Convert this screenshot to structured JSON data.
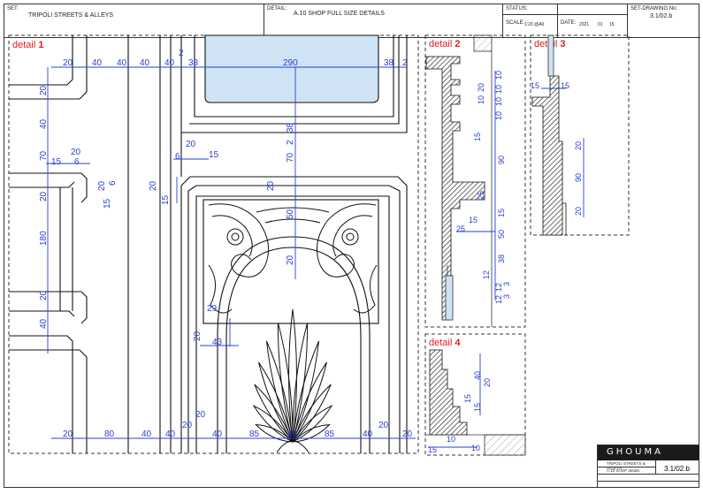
{
  "header": {
    "set_label": "SET:",
    "set_value": "TRIPOLI STREETS & ALLEYS",
    "detail_label": "DETAIL:",
    "detail_value": "A.10 SHOP FULL SIZE DETAILS",
    "status_label": "STATUS:",
    "scale_label": "SCALE:",
    "scale_value": "1:20 @A0",
    "date_label": "DATE:",
    "date_year": "2021",
    "date_month": "01",
    "date_day": "15",
    "drawing_no_label": "SET-DRAWING No:",
    "drawing_no_value": "3.1/02.b"
  },
  "details": {
    "d1": {
      "prefix": "detail ",
      "num": "1"
    },
    "d2": {
      "prefix": "detail ",
      "num": "2"
    },
    "d3": {
      "prefix": "detail ",
      "num": "3"
    },
    "d4": {
      "prefix": "detail ",
      "num": "4"
    }
  },
  "dims": {
    "top": [
      "20",
      "40",
      "40",
      "40",
      "40",
      "38",
      "290",
      "38",
      "2"
    ],
    "top_small": "2",
    "left_v": [
      "20",
      "40",
      "70",
      "20",
      "180",
      "20",
      "40"
    ],
    "bottom": [
      "20",
      "80",
      "40",
      "40",
      "40",
      "85",
      "40",
      "85",
      "40",
      "20"
    ],
    "misc": [
      "20",
      "15",
      "6",
      "20",
      "6",
      "15",
      "20",
      "6",
      "15",
      "20",
      "15",
      "38",
      "2",
      "70",
      "20",
      "50",
      "20",
      "29",
      "20",
      "43",
      "20",
      "20",
      "20"
    ],
    "d2": [
      "10",
      "10",
      "10",
      "10",
      "20",
      "10",
      "90",
      "25",
      "15",
      "15",
      "25",
      "50",
      "38",
      "12",
      "12",
      "3",
      "12",
      "3",
      "15"
    ],
    "d3": [
      "15",
      "15",
      "20",
      "90",
      "20"
    ],
    "d4": [
      "40",
      "20",
      "15",
      "15",
      "10",
      "10",
      "15"
    ]
  },
  "colors": {
    "dim": "#2a3fd6",
    "label": "#e01b1b",
    "line": "#111",
    "glass": "#cfe3f5"
  },
  "titleblock": {
    "logo": "GHOUMA",
    "project": "TRIPOLI STREETS & ALLEYS",
    "detail": "A.10 SHOP details",
    "number": "3.1/02.b"
  }
}
